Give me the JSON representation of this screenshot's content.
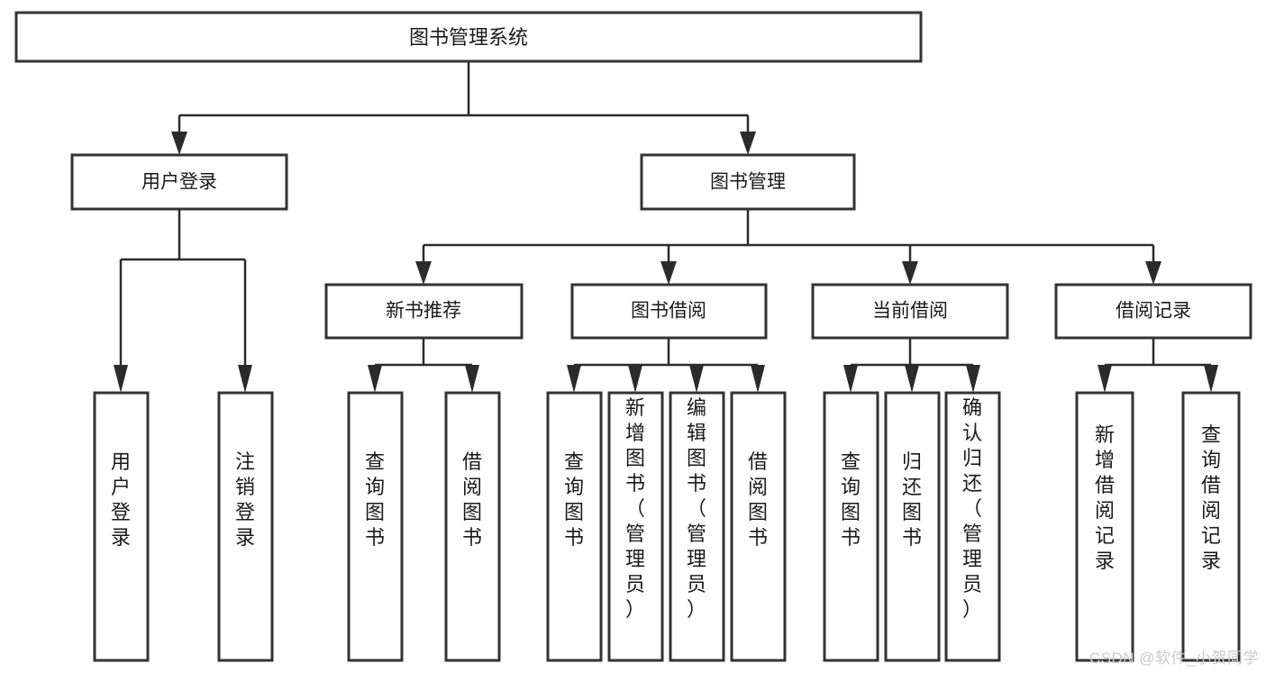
{
  "title": "图书管理系统",
  "watermark": "CSDN @软件_小贺同学",
  "diagram": {
    "type": "tree",
    "orientation": "top-down",
    "root": {
      "label": "图书管理系统"
    },
    "level2": [
      {
        "label": "用户登录"
      },
      {
        "label": "图书管理"
      }
    ],
    "level3": [
      {
        "label": "新书推荐"
      },
      {
        "label": "图书借阅"
      },
      {
        "label": "当前借阅"
      },
      {
        "label": "借阅记录"
      }
    ],
    "leaves": {
      "user_login": [
        {
          "label": "用户登录"
        },
        {
          "label": "注销登录"
        }
      ],
      "new_book_recommend": [
        {
          "label": "查询图书"
        },
        {
          "label": "借阅图书"
        }
      ],
      "book_borrow": [
        {
          "label": "查询图书"
        },
        {
          "label": "新增图书（管理员）"
        },
        {
          "label": "编辑图书（管理员）"
        },
        {
          "label": "借阅图书"
        }
      ],
      "current_borrow": [
        {
          "label": "查询图书"
        },
        {
          "label": "归还图书"
        },
        {
          "label": "确认归还（管理员）"
        }
      ],
      "borrow_record": [
        {
          "label": "新增借阅记录"
        },
        {
          "label": "查询借阅记录"
        }
      ]
    }
  },
  "colors": {
    "box_stroke": "#333333",
    "box_fill": "#ffffff",
    "connector": "#2b2b2b",
    "text": "#1a1a1a",
    "watermark": "#c9c9c9"
  }
}
